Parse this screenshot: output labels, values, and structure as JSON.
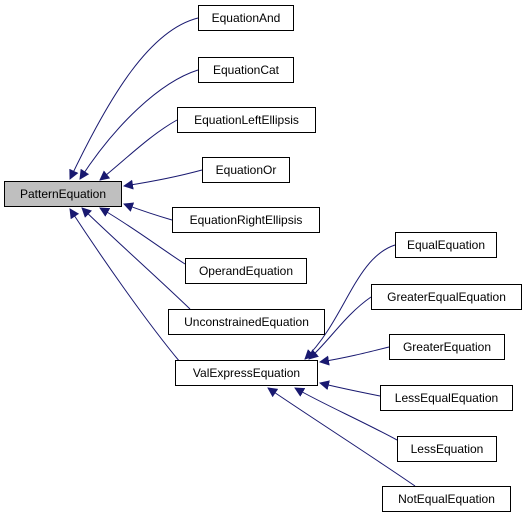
{
  "diagram": {
    "root": "PatternEquation",
    "root_children": [
      "EquationAnd",
      "EquationCat",
      "EquationLeftEllipsis",
      "EquationOr",
      "EquationRightEllipsis",
      "OperandEquation",
      "UnconstrainedEquation",
      "ValExpressEquation"
    ],
    "valexpress_children": [
      "EqualEquation",
      "GreaterEqualEquation",
      "GreaterEquation",
      "LessEqualEquation",
      "LessEquation",
      "NotEqualEquation"
    ],
    "edge_color": "#191970",
    "base_fill": "#bfbfbf",
    "node_fill": "#ffffff"
  }
}
